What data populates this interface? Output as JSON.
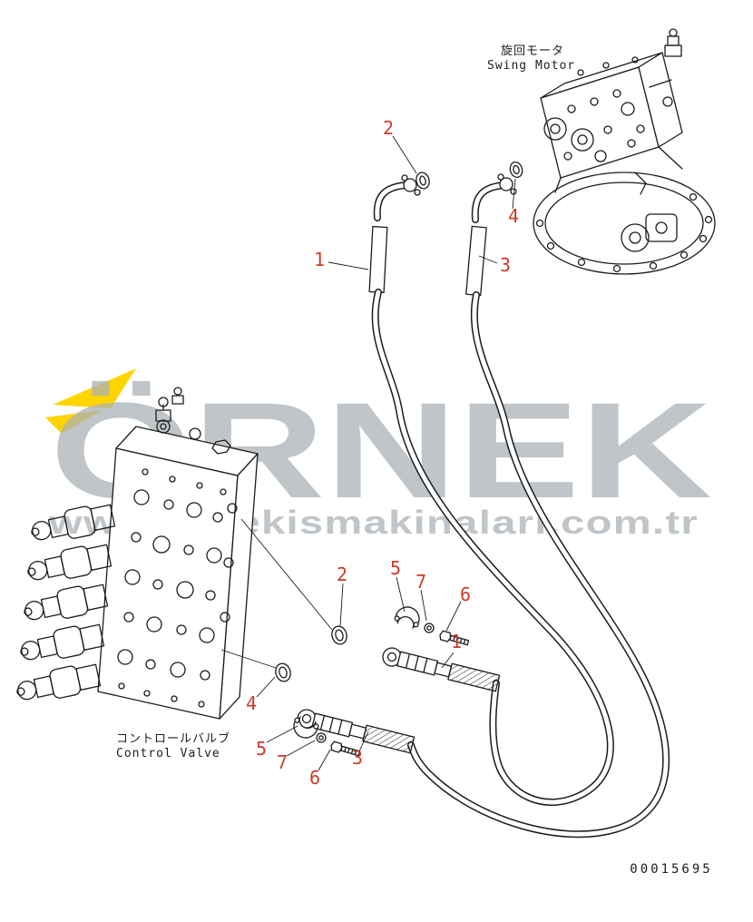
{
  "labels": {
    "swing_motor_jp": "旋回モータ",
    "swing_motor_en": "Swing Motor",
    "control_valve_jp": "コントロールバルブ",
    "control_valve_en": "Control Valve"
  },
  "callouts": [
    "2",
    "4",
    "1",
    "3",
    "2",
    "5",
    "7",
    "6",
    "1",
    "4",
    "5",
    "7",
    "6",
    "3"
  ],
  "watermark": {
    "brand": "ÖRNEK",
    "url": "www.ornekismakinalari.com.tr"
  },
  "doc_number": "00015695",
  "colors": {
    "callout": "#cc3a28",
    "watermark_gray": "#a9b2b5",
    "watermark_yellow": "#ffd400"
  }
}
